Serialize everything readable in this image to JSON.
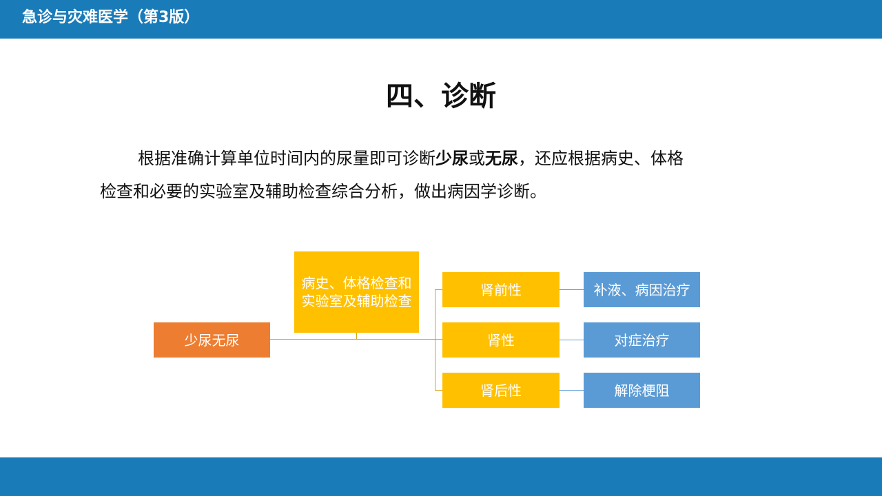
{
  "header": {
    "book_title": "急诊与灾难医学（第3版）"
  },
  "slide": {
    "title": "四、诊断",
    "paragraph": {
      "line1_a": "根据准确计算单位时间内的尿量即可诊断",
      "line1_b1": "少尿",
      "line1_c": "或",
      "line1_b2": "无尿",
      "line1_d": "，还应根据病史、体格",
      "line2": "检查和必要的实验室及辅助检查综合分析，做出病因学诊断。"
    }
  },
  "diagram": {
    "root": "少尿无尿",
    "exam_line1": "病史、体格检查和",
    "exam_line2": "实验室及辅助检查",
    "categories": [
      "肾前性",
      "肾性",
      "肾后性"
    ],
    "treatments": [
      "补液、病因治疗",
      "对症治疗",
      "解除梗阻"
    ],
    "colors": {
      "root": "#ed7d31",
      "category": "#ffc000",
      "treatment": "#5b9bd5",
      "bar": "#1a7bb9"
    }
  }
}
